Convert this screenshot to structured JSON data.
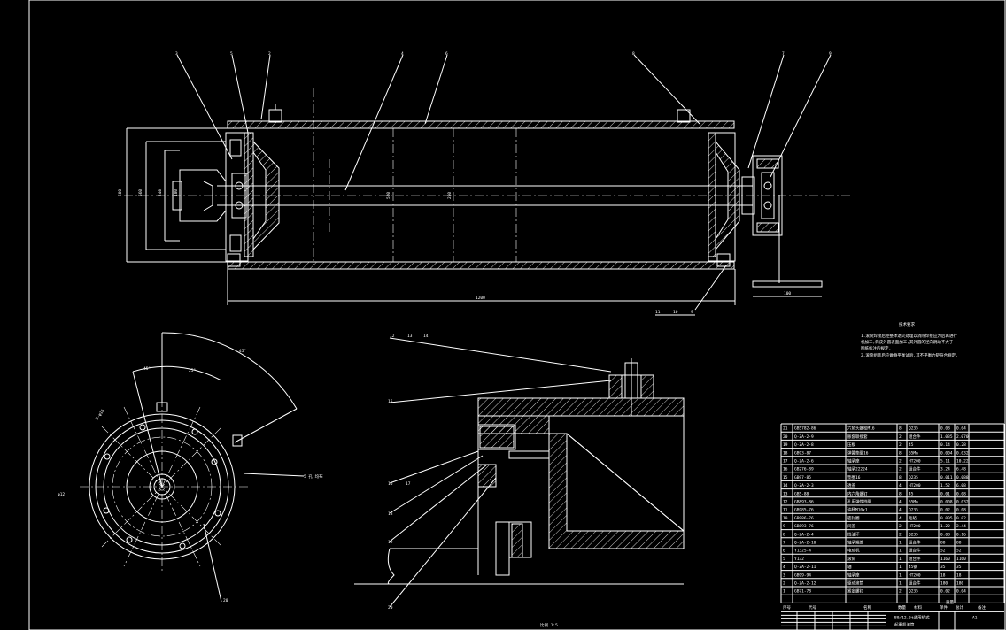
{
  "drawing": {
    "balloons_top": [
      "3",
      "5",
      "2",
      "4",
      "6",
      "8",
      "7",
      "9"
    ],
    "balloons_bottom": [
      "11",
      "10",
      "9"
    ],
    "detail_balloons": [
      "12",
      "13",
      "14",
      "15",
      "16",
      "17",
      "18",
      "19",
      "20"
    ],
    "scale_label": "比例 1:5",
    "section_dims": {
      "overall_length": "1200",
      "tube_dia": "500",
      "shaft_dia": "560",
      "flange_dia": "600",
      "inner_a": "240",
      "inner_b": "250",
      "inner_c": "180",
      "bottom_right": "100"
    },
    "end_view_labels": {
      "angle_a": "45°",
      "angle_b": "25°",
      "angle_c": "45°",
      "hole": "8-φ16",
      "hole2": "φ12",
      "side_note": "5 孔 均布"
    }
  },
  "tech_notes": {
    "title": "技术要求",
    "lines": [
      "1.滚筒焊接后经整体退火处理以消除焊接应力后再进行",
      "  机加工,筒皮外圆表面加工,其外圆的径向跳动不大于",
      "  图纸标注的规定.",
      "2.滚筒组装后应做静平衡试验,其不平衡力矩符合规定."
    ]
  },
  "parts_table": {
    "rows": [
      {
        "no": "21",
        "code": "GB5782-86",
        "name": "六角头螺栓M16",
        "qty": "8",
        "mat": "Q235",
        "w1": "0.08",
        "w2": "0.64"
      },
      {
        "no": "20",
        "code": "Q-ZA-2-9",
        "name": "胀套联接套",
        "qty": "2",
        "mat": "组合件",
        "w1": "1.035",
        "w2": "2.070"
      },
      {
        "no": "19",
        "code": "Q-ZA-2-8",
        "name": "压板",
        "qty": "2",
        "mat": "45",
        "w1": "0.14",
        "w2": "0.28"
      },
      {
        "no": "18",
        "code": "GB93-87",
        "name": "弹簧垫圈16",
        "qty": "8",
        "mat": "65Mn",
        "w1": "0.004",
        "w2": "0.032"
      },
      {
        "no": "17",
        "code": "Q-ZA-2-6",
        "name": "轴承座",
        "qty": "2",
        "mat": "HT200",
        "w1": "5.11",
        "w2": "10.22"
      },
      {
        "no": "16",
        "code": "GB276-89",
        "name": "轴承22224",
        "qty": "2",
        "mat": "组合件",
        "w1": "3.24",
        "w2": "6.48"
      },
      {
        "no": "15",
        "code": "GB97-85",
        "name": "垫圈16",
        "qty": "8",
        "mat": "Q235",
        "w1": "0.011",
        "w2": "0.088"
      },
      {
        "no": "14",
        "code": "Q-ZA-2-3",
        "name": "透盖",
        "qty": "4",
        "mat": "HT200",
        "w1": "1.52",
        "w2": "6.08"
      },
      {
        "no": "13",
        "code": "GB5-88",
        "name": "内六角螺钉",
        "qty": "8",
        "mat": "45",
        "w1": "0.01",
        "w2": "0.08"
      },
      {
        "no": "12",
        "code": "GB893-86",
        "name": "孔用弹性挡圈",
        "qty": "4",
        "mat": "65Mn",
        "w1": "0.008",
        "w2": "0.032"
      },
      {
        "no": "11",
        "code": "GB985-76",
        "name": "油杯M10x1",
        "qty": "4",
        "mat": "Q235",
        "w1": "0.02",
        "w2": "0.08"
      },
      {
        "no": "10",
        "code": "GB986-76",
        "name": "密封圈",
        "qty": "4",
        "mat": "毛毡",
        "w1": "0.005",
        "w2": "0.02"
      },
      {
        "no": "9",
        "code": "GB893-76",
        "name": "闷盖",
        "qty": "2",
        "mat": "HT200",
        "w1": "1.22",
        "w2": "2.44"
      },
      {
        "no": "8",
        "code": "Q-ZA-2-4",
        "name": "挡油环",
        "qty": "2",
        "mat": "Q235",
        "w1": "0.08",
        "w2": "0.16"
      },
      {
        "no": "7",
        "code": "Q-ZA-2-10",
        "name": "轴承端盖",
        "qty": "1",
        "mat": "组合件",
        "w1": "88",
        "w2": "88"
      },
      {
        "no": "6",
        "code": "Y132S-4",
        "name": "电动机",
        "qty": "1",
        "mat": "组合件",
        "w1": "52",
        "w2": "52"
      },
      {
        "no": "5",
        "code": "Y132",
        "name": "滚筒",
        "qty": "1",
        "mat": "组合件",
        "w1": "1160",
        "w2": "1160"
      },
      {
        "no": "4",
        "code": "Q-ZA-2-11",
        "name": "轴",
        "qty": "1",
        "mat": "45钢",
        "w1": "35",
        "w2": "35"
      },
      {
        "no": "3",
        "code": "GB99-94",
        "name": "轴承座",
        "qty": "1",
        "mat": "HT200",
        "w1": "18",
        "w2": "18"
      },
      {
        "no": "2",
        "code": "Q-ZA-2-12",
        "name": "驱动滚筒",
        "qty": "1",
        "mat": "组合件",
        "w1": "180",
        "w2": "180"
      },
      {
        "no": "1",
        "code": "GB71-78",
        "name": "紧定螺钉",
        "qty": "2",
        "mat": "Q235",
        "w1": "0.02",
        "w2": "0.04"
      }
    ],
    "header": {
      "no": "序号",
      "code": "代号",
      "name": "名称",
      "qty": "数量",
      "mat": "材料",
      "w1": "单件",
      "w2": "总计",
      "note": "备注",
      "weight": "重量"
    },
    "title_block": {
      "title": "B0/12.5t通用桥式",
      "subtitle": "起重机滚筒",
      "sheet": "A1"
    }
  }
}
